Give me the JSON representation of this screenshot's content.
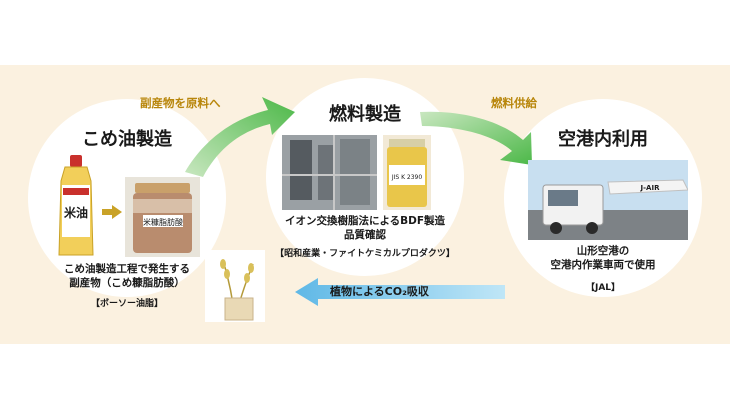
{
  "stages": {
    "rice_oil": {
      "title": "こめ油製造",
      "caption_line1": "こめ油製造工程で発生する",
      "caption_line2": "副産物（こめ糠脂肪酸）",
      "source": "【ボーソー油脂】",
      "bottle_label": "米油",
      "jar_label": "米糠脂肪酸"
    },
    "fuel": {
      "title": "燃料製造",
      "caption_line1": "イオン交換樹脂法によるBDF製造",
      "caption_line2": "品質確認",
      "source": "【昭和産業・ファイトケミカルプロダクツ】",
      "jar_label": "JIS K 2390"
    },
    "airport": {
      "title": "空港内利用",
      "caption_line1": "山形空港の",
      "caption_line2": "空港内作業車両で使用",
      "source": "【JAL】",
      "plane_text": "J-AIR"
    }
  },
  "arrows": {
    "to_fuel": "副産物を原料へ",
    "to_airport": "燃料供給",
    "co2": "植物によるCO₂吸収"
  },
  "colors": {
    "band": "#fbf1e0",
    "arrow_green": "#4cb848",
    "arrow_blue": "#8fd0ef",
    "flow_label": "#b8860b"
  }
}
